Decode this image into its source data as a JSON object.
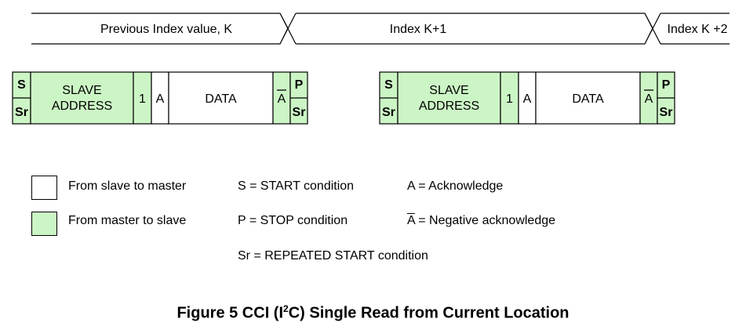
{
  "index_bar": {
    "previous": "Previous Index value, K",
    "next": "Index K+1",
    "next2": "Index K +2"
  },
  "frames": [
    {
      "s": "S",
      "sr": "Sr",
      "slave_line1": "SLAVE",
      "slave_line2": "ADDRESS",
      "rw": "1",
      "ack": "A",
      "data": "DATA",
      "nack": "A",
      "p": "P",
      "sr_end": "Sr"
    },
    {
      "s": "S",
      "sr": "Sr",
      "slave_line1": "SLAVE",
      "slave_line2": "ADDRESS",
      "rw": "1",
      "ack": "A",
      "data": "DATA",
      "nack": "A",
      "p": "P",
      "sr_end": "Sr"
    }
  ],
  "legend": {
    "slave_to_master": "From slave to master",
    "master_to_slave": "From master to slave",
    "start": "S = START condition",
    "stop": "P = STOP condition",
    "repeated_start": "Sr = REPEATED START condition",
    "ack": "A = Acknowledge",
    "nack_symbol": "A",
    "nack_rest": " = Negative acknowledge"
  },
  "caption": {
    "prefix": "Figure 5 CCI (I",
    "sup": "2",
    "suffix": "C) Single Read from Current Location"
  },
  "colors": {
    "master_to_slave_fill": "#ccf5c5",
    "slave_to_master_fill": "#ffffff",
    "stroke": "#000000"
  }
}
